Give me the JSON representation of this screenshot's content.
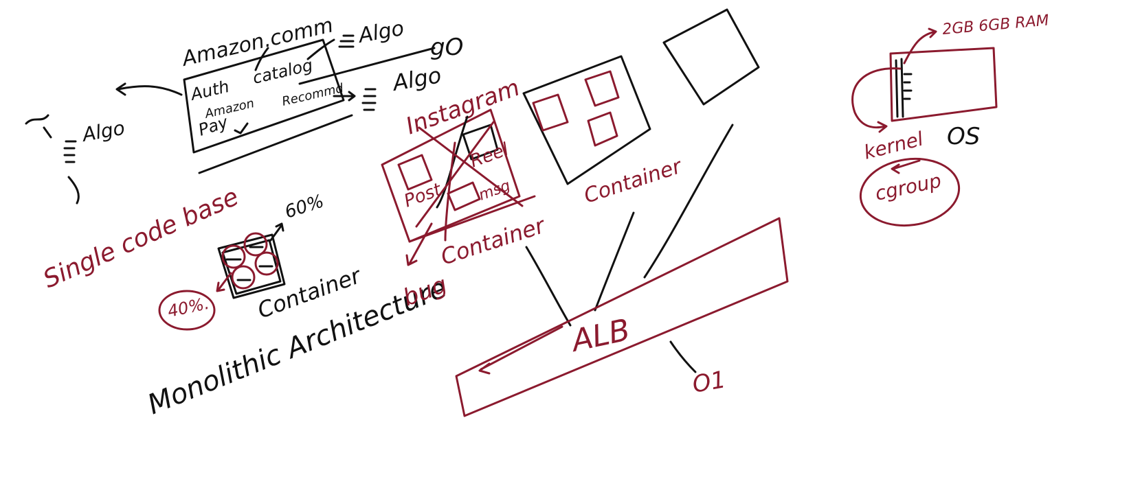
{
  "colors": {
    "black_ink": "#111111",
    "red_ink": "#8b1a2e"
  },
  "labels": {
    "amazon": "Amazon.comm",
    "auth": "Auth",
    "catalog": "catalog",
    "amazon_pay_1": "Amazon",
    "amazon_pay_2": "Pay",
    "recommend": "Recommd",
    "algo_top": "Algo",
    "go": "gO",
    "algo_right": "Algo",
    "algo_left": "Algo",
    "single_codebase": "Single code base",
    "percent_60": "60%",
    "percent_40": "40%.",
    "container_left": "Container",
    "monolithic": "Monolithic Architecture",
    "instagram": "Instagram",
    "post": "Post",
    "reel": "Reel",
    "msg": "msg",
    "bug": "bug",
    "container_mid": "Container",
    "container_right": "Container",
    "alb": "ALB",
    "o1": "O1",
    "ram": "2GB 6GB RAM",
    "kernel": "kernel",
    "os": "OS",
    "cgroup": "cgroup"
  }
}
